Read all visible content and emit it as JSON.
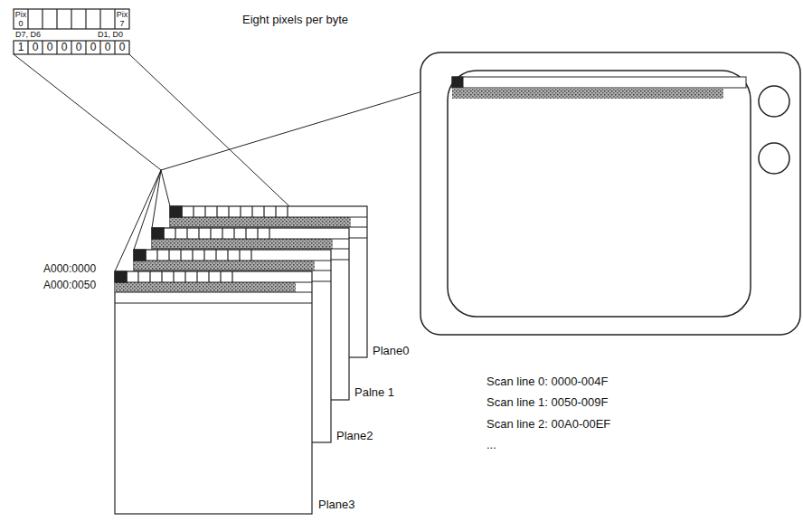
{
  "diagram": {
    "labels": [
      "Pix 0",
      "Pix 7",
      "Eight pixels per byte",
      "D7, D6",
      "D1, D0",
      "1",
      "0",
      "0",
      "0",
      "0",
      "0",
      "0",
      "0",
      "A000:0000",
      "A000:0050",
      "Plane0",
      "Palne 1",
      "Plane2",
      "Plane3",
      "Scan line 0: 0000-004F",
      "Scan line 1: 0050-009F",
      "Scan line 2: 00A0-00EF",
      "..."
    ]
  }
}
